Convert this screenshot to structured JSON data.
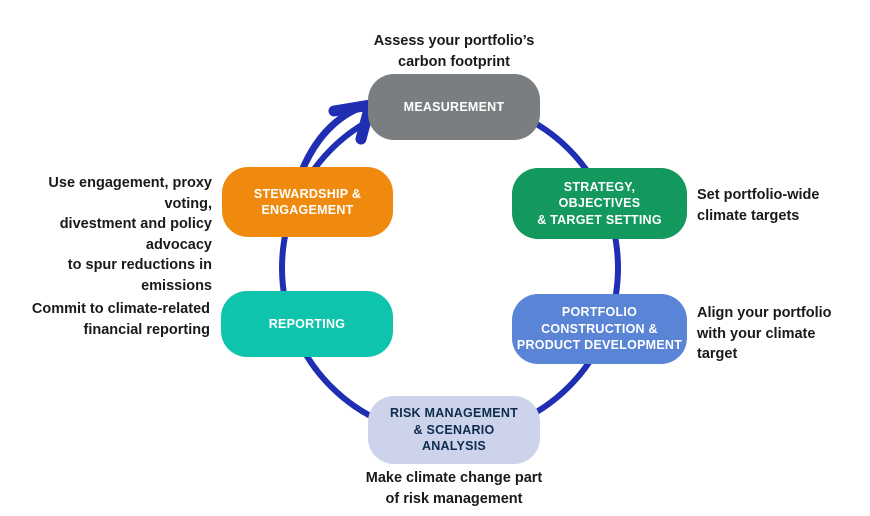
{
  "diagram": {
    "name": "climate-investing-cycle",
    "background": "#ffffff",
    "arrow_color": "#1f2eb2",
    "stages": {
      "measurement": {
        "label": "MEASUREMENT",
        "color": "#7b7e80",
        "text_color": "#ffffff",
        "annotation": "Assess your portfolio’s\ncarbon footprint"
      },
      "strategy": {
        "label": "STRATEGY,\nOBJECTIVES\n& TARGET SETTING",
        "color": "#13995e",
        "text_color": "#ffffff",
        "annotation": "Set portfolio-wide\nclimate targets"
      },
      "portfolio": {
        "label": "PORTFOLIO\nCONSTRUCTION &\nPRODUCT DEVELOPMENT",
        "color": "#5a84d6",
        "text_color": "#ffffff",
        "annotation": "Align your portfolio\nwith your climate\ntarget"
      },
      "risk": {
        "label": "RISK MANAGEMENT\n& SCENARIO\nANALYSIS",
        "color": "#ccd3ea",
        "text_color": "#0d2b4e",
        "annotation": "Make climate change part\nof risk management"
      },
      "reporting": {
        "label": "REPORTING",
        "color": "#0fc4ac",
        "text_color": "#ffffff",
        "annotation": "Commit to climate-related\nfinancial reporting"
      },
      "stewardship": {
        "label": "STEWARDSHIP &\nENGAGEMENT",
        "color": "#ef8a0f",
        "text_color": "#ffffff",
        "annotation": "Use engagement, proxy voting,\ndivestment and policy advocacy\nto spur reductions in emissions"
      }
    }
  }
}
